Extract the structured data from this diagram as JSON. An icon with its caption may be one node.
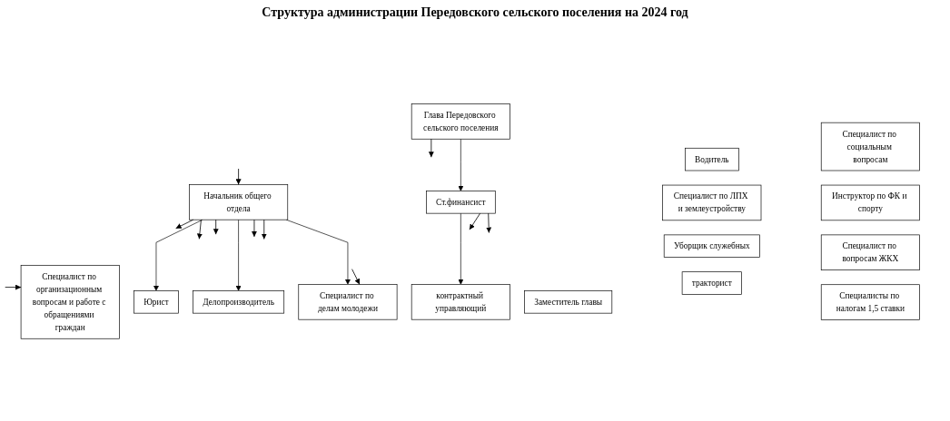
{
  "diagram": {
    "title": "Структура администрации Передовского сельского поселения на 2024 год",
    "nodes": [
      {
        "text": [
          "Глава Передовского сельского поселения"
        ]
      },
      {
        "text": [
          "Заместитель главы"
        ]
      },
      {
        "text": [
          "Специалист по организационным вопросам и работе с обращениями граждан"
        ]
      },
      {
        "text": [
          "Ст.финансист"
        ]
      },
      {
        "text": [
          "Юрист"
        ]
      },
      {
        "text": [
          "Начальник общего отдела"
        ]
      },
      {
        "text": [
          "Делопроизводитель"
        ]
      },
      {
        "text": [
          "контрактный управляющий"
        ]
      },
      {
        "text": [
          "Специалист по делам молодежи"
        ]
      },
      {
        "text": [
          "Водитель"
        ]
      },
      {
        "text": [
          "Специалист по ЛПХ и землеустройству"
        ]
      },
      {
        "text": [
          "Уборщик служебных"
        ]
      },
      {
        "text": [
          "тракторист"
        ]
      },
      {
        "text": [
          "Специалист по социальным вопросам"
        ]
      },
      {
        "text": [
          "Инструктор по ФК и спорту"
        ]
      },
      {
        "text": [
          "Специалист по вопросам ЖКХ"
        ]
      },
      {
        "text": [
          "Специалисты по налогам 1,5 ставки"
        ]
      }
    ],
    "edges": [
      {
        "from": 0,
        "to": null,
        "arrow": "to"
      },
      {
        "from": 0,
        "to": 3,
        "arrow": "to"
      },
      {
        "from": null,
        "to": 5,
        "arrow": "to"
      },
      {
        "from": null,
        "to": 2,
        "arrow": "to"
      },
      {
        "from": null,
        "to": 8,
        "arrow": "to"
      },
      {
        "from": 5,
        "to": 4,
        "arrow": "to"
      },
      {
        "from": 5,
        "to": 6,
        "arrow": "to"
      },
      {
        "from": 5,
        "to": null,
        "arrow": "to"
      },
      {
        "from": 5,
        "to": null,
        "arrow": "to"
      },
      {
        "from": 5,
        "to": null,
        "arrow": "to"
      },
      {
        "from": 5,
        "to": null,
        "arrow": "to"
      },
      {
        "from": 5,
        "to": null,
        "arrow": "to"
      },
      {
        "from": 5,
        "to": 8,
        "arrow": "to"
      },
      {
        "from": 3,
        "to": 7,
        "arrow": "to"
      },
      {
        "from": 3,
        "to": null,
        "arrow": "to"
      },
      {
        "from": 3,
        "to": null,
        "arrow": "to"
      }
    ]
  }
}
